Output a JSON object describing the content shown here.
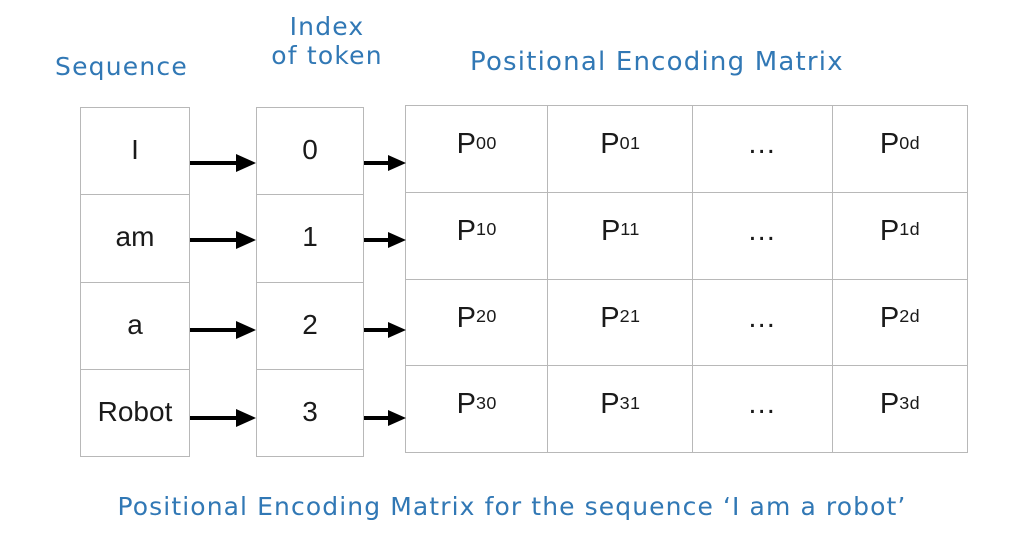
{
  "labels": {
    "sequence": "Sequence",
    "index_line1": "Index",
    "index_line2": "of token",
    "matrix_title": "Positional Encoding Matrix"
  },
  "caption": "Positional Encoding Matrix for the sequence ‘I am a robot’",
  "colors": {
    "heading_blue": "#3178b5",
    "cell_text": "#1a1a1a",
    "grid_line": "#b8b8b8",
    "arrow": "#000000",
    "background": "#ffffff"
  },
  "sequence_table": {
    "name": "Sequence",
    "rows": [
      "I",
      "am",
      "a",
      "Robot"
    ]
  },
  "index_table": {
    "name": "Index of token",
    "rows": [
      "0",
      "1",
      "2",
      "3"
    ]
  },
  "matrix_table": {
    "name": "Positional Encoding Matrix",
    "column_count": 4,
    "row_count": 4,
    "rows": [
      [
        {
          "base": "P",
          "sub": "00"
        },
        {
          "base": "P",
          "sub": "01"
        },
        {
          "base": "…",
          "sub": ""
        },
        {
          "base": "P",
          "sub": "0d"
        }
      ],
      [
        {
          "base": "P",
          "sub": "10"
        },
        {
          "base": "P",
          "sub": "11"
        },
        {
          "base": "…",
          "sub": ""
        },
        {
          "base": "P",
          "sub": "1d"
        }
      ],
      [
        {
          "base": "P",
          "sub": "20"
        },
        {
          "base": "P",
          "sub": "21"
        },
        {
          "base": "…",
          "sub": ""
        },
        {
          "base": "P",
          "sub": "2d"
        }
      ],
      [
        {
          "base": "P",
          "sub": "30"
        },
        {
          "base": "P",
          "sub": "31"
        },
        {
          "base": "…",
          "sub": ""
        },
        {
          "base": "P",
          "sub": "3d"
        }
      ]
    ]
  },
  "arrows": {
    "group_1_name": "sequence-to-index-arrow",
    "group_2_name": "index-to-matrix-arrow",
    "count_per_group": 4
  }
}
